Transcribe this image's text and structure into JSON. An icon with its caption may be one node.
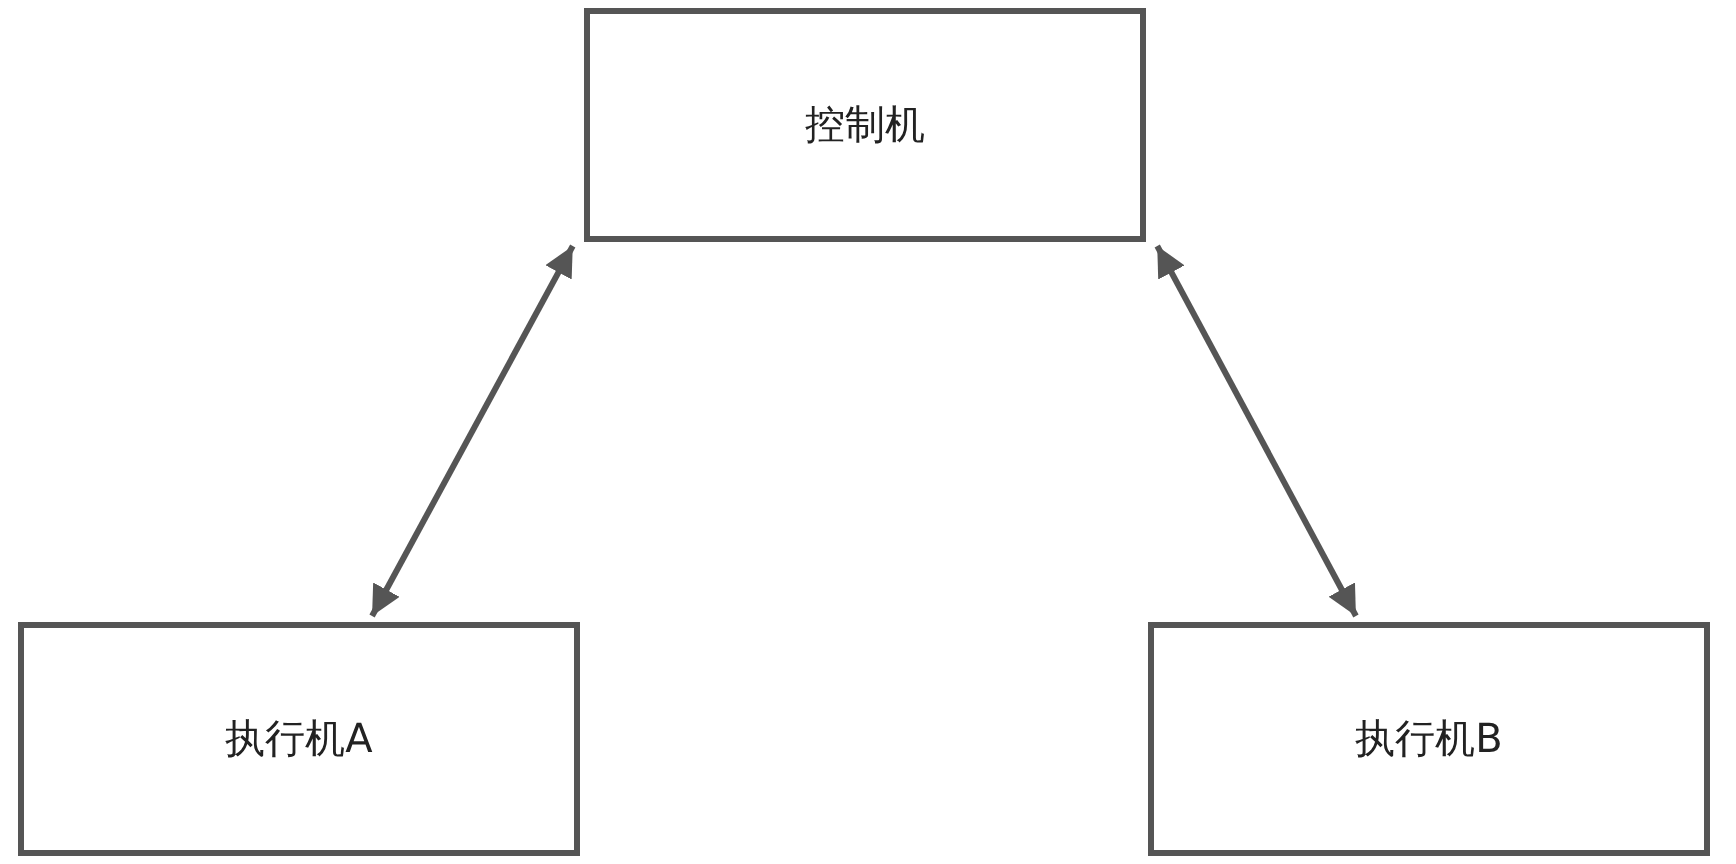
{
  "diagram": {
    "nodes": [
      {
        "text": [
          "控制机"
        ]
      },
      {
        "text": [
          "执行机A"
        ]
      },
      {
        "text": [
          "执行机B"
        ]
      }
    ],
    "edges": [
      {
        "from": 0,
        "to": 1,
        "arrow": "both"
      },
      {
        "from": 0,
        "to": 2,
        "arrow": "both"
      }
    ]
  }
}
